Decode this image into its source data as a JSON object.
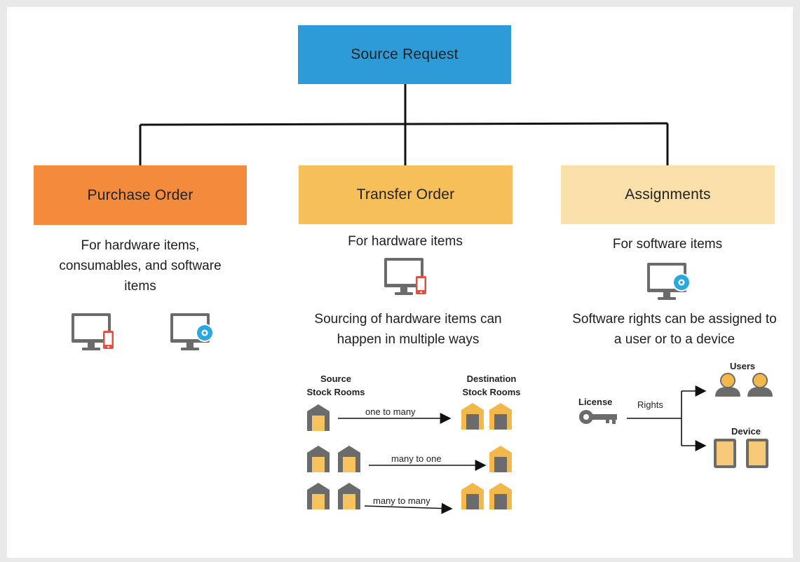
{
  "root": {
    "label": "Source Request",
    "color": "#2e9bd9"
  },
  "branches": [
    {
      "label": "Purchase Order",
      "color": "#f48a3b",
      "description": "For hardware items, consumables, and software items"
    },
    {
      "label": "Transfer Order",
      "color": "#f6bf5a",
      "description": "For hardware items",
      "detail": "Sourcing of hardware items can happen in multiple ways"
    },
    {
      "label": "Assignments",
      "color": "#f9dfa9",
      "description": "For software items",
      "detail": "Software rights can be assigned to a user or to a device"
    }
  ],
  "transfer_diagram": {
    "source_label_line1": "Source",
    "source_label_line2": "Stock Rooms",
    "destination_label_line1": "Destination",
    "destination_label_line2": "Stock Rooms",
    "rows": [
      {
        "label": "one to many",
        "sources": 1,
        "destinations": 2
      },
      {
        "label": "many to one",
        "sources": 2,
        "destinations": 1
      },
      {
        "label": "many to many",
        "sources": 2,
        "destinations": 2
      }
    ]
  },
  "assignment_diagram": {
    "license_label": "License",
    "rights_label": "Rights",
    "users_label": "Users",
    "device_label": "Device"
  },
  "icons": {
    "monitor": "monitor-icon",
    "mobile": "mobile-phone-icon",
    "software_disc": "software-disc-icon",
    "source_stockroom": "warehouse-gray-icon",
    "destination_stockroom": "warehouse-orange-icon",
    "license_key": "key-icon",
    "user": "user-icon",
    "tablet": "tablet-icon"
  },
  "colors": {
    "connector": "#111111",
    "stockroom_source": "#6b6b6b",
    "stockroom_destination": "#f2b84b",
    "stockroom_door": "#f7c35f",
    "stockroom_dest_door": "#6b6b6b",
    "user_head": "#f2b84b",
    "user_body": "#6b6b6b",
    "phone": "#e84e3c",
    "disc": "#28a9e0"
  }
}
